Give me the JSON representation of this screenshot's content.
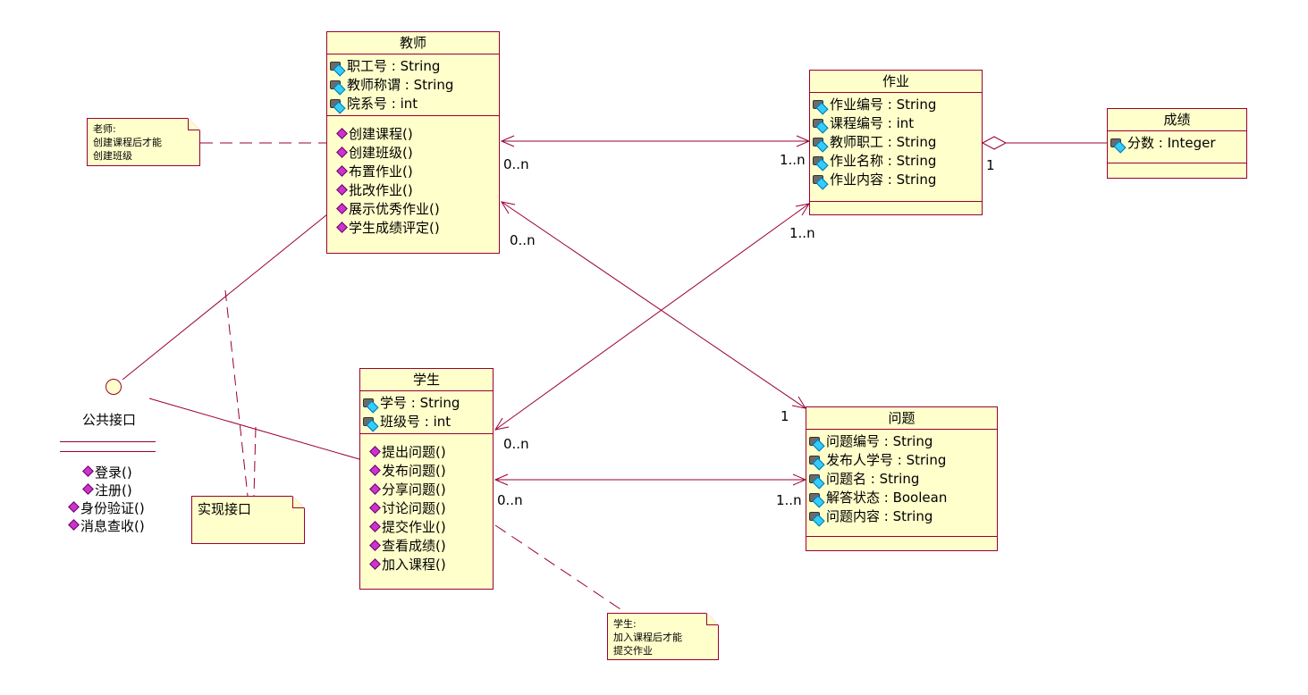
{
  "classes": {
    "teacher": {
      "name": "教师",
      "attributes": [
        "职工号 : String",
        "教师称谓 : String",
        "院系号 : int"
      ],
      "operations": [
        "创建课程()",
        "创建班级()",
        "布置作业()",
        "批改作业()",
        "展示优秀作业()",
        "学生成绩评定()"
      ]
    },
    "homework": {
      "name": "作业",
      "attributes": [
        "作业编号 : String",
        "课程编号 : int",
        "教师职工 : String",
        "作业名称 : String",
        "作业内容 : String"
      ],
      "operations": []
    },
    "grade": {
      "name": "成绩",
      "attributes": [
        "分数 : Integer"
      ],
      "operations": []
    },
    "student": {
      "name": "学生",
      "attributes": [
        "学号 : String",
        "班级号 : int"
      ],
      "operations": [
        "提出问题()",
        "发布问题()",
        "分享问题()",
        "讨论问题()",
        "提交作业()",
        "查看成绩()",
        "加入课程()"
      ]
    },
    "question": {
      "name": "问题",
      "attributes": [
        "问题编号 : String",
        "发布人学号 : String",
        "问题名 : String",
        "解答状态 : Boolean",
        "问题内容 : String"
      ],
      "operations": []
    }
  },
  "interface": {
    "name": "公共接口",
    "operations": [
      "登录()",
      "注册()",
      "身份验证()",
      "消息查收()"
    ]
  },
  "notes": {
    "teacher_note": [
      "老师:",
      "创建课程后才能",
      "创建班级"
    ],
    "realize_note": [
      "实现接口"
    ],
    "student_note": [
      "学生:",
      "加入课程后才能",
      "提交作业"
    ]
  },
  "multiplicities": {
    "teacher_homework_teacher": "0..n",
    "teacher_homework_homework": "1..n",
    "teacher_question_teacher": "0..n",
    "teacher_question_question": "1",
    "student_homework_homework": "1..n",
    "student_homework_student": "0..n",
    "student_question_student": "0..n",
    "student_question_question": "1..n",
    "homework_grade_homework": "1"
  },
  "colors": {
    "class_fill": "#ffffcc",
    "class_border": "#990033",
    "line": "#990033"
  }
}
